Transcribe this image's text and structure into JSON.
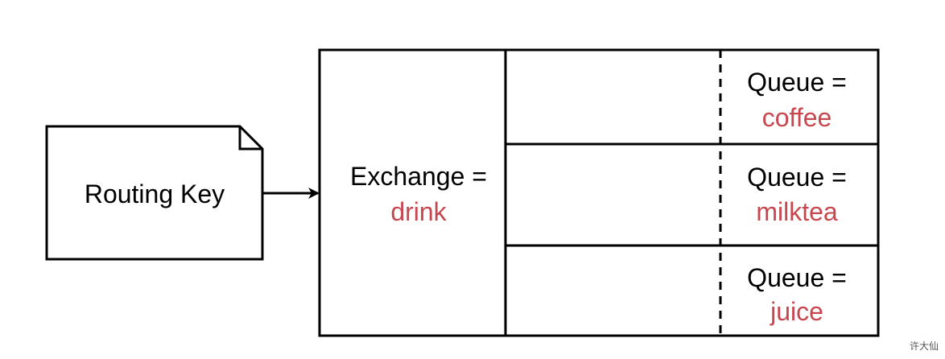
{
  "routing_key": {
    "label": "Routing Key"
  },
  "exchange": {
    "label": "Exchange =",
    "value": "drink"
  },
  "queues": [
    {
      "label": "Queue =",
      "value": "coffee"
    },
    {
      "label": "Queue =",
      "value": "milktea"
    },
    {
      "label": "Queue =",
      "value": "juice"
    }
  ],
  "colors": {
    "value_text": "#c8474f",
    "stroke": "#000000"
  },
  "watermark": "许大仙"
}
